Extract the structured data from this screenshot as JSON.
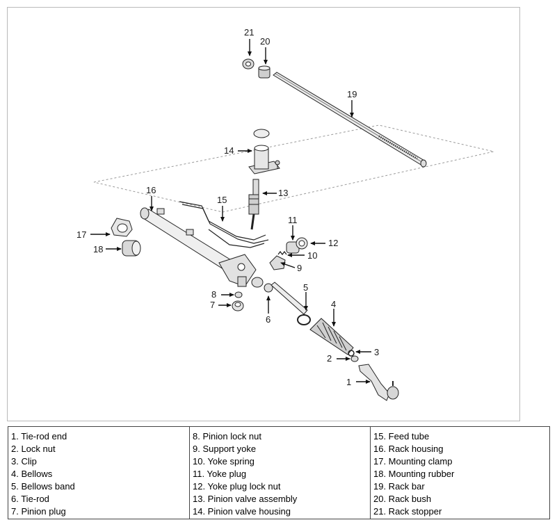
{
  "callouts": [
    "1",
    "2",
    "3",
    "4",
    "5",
    "6",
    "7",
    "8",
    "9",
    "10",
    "11",
    "12",
    "13",
    "14",
    "15",
    "16",
    "17",
    "18",
    "19",
    "20",
    "21"
  ],
  "legend": {
    "columns": [
      [
        "1. Tie-rod end",
        "2. Lock nut",
        "3. Clip",
        "4. Bellows",
        "5. Bellows band",
        "6. Tie-rod",
        "7. Pinion plug"
      ],
      [
        "8. Pinion lock nut",
        "9. Support yoke",
        "10. Yoke spring",
        "11. Yoke plug",
        "12. Yoke plug lock nut",
        "13. Pinion valve assembly",
        "14. Pinion valve housing"
      ],
      [
        "15. Feed tube",
        "16. Rack housing",
        "17. Mounting clamp",
        "18. Mounting rubber",
        "19. Rack bar",
        "20. Rack bush",
        "21. Rack stopper"
      ]
    ]
  }
}
